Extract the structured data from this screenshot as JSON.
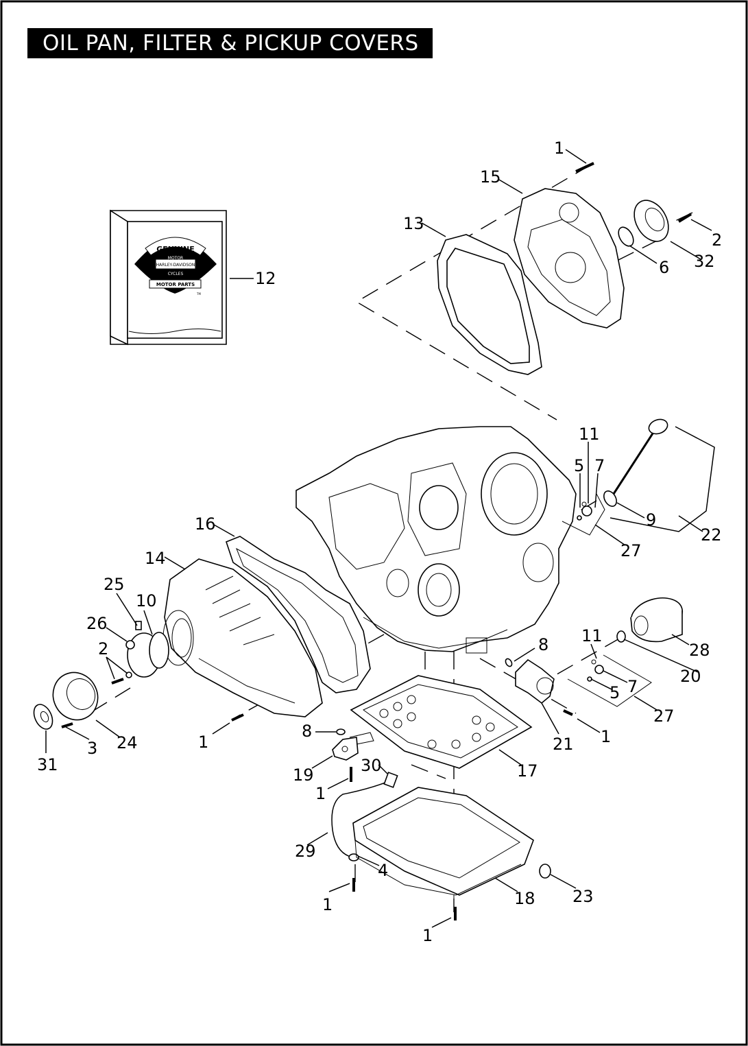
{
  "title": "OIL PAN, FILTER & PICKUP COVERS",
  "logo": {
    "line1": "GENUINE",
    "line2": "MOTOR",
    "line3": "HARLEY-DAVIDSON",
    "line4": "CYCLES",
    "line5": "MOTOR PARTS",
    "mark": "TM"
  },
  "callouts": {
    "c1_top": "1",
    "c15": "15",
    "c13": "13",
    "c2_top": "2",
    "c32": "32",
    "c6": "6",
    "c12": "12",
    "c11_top": "11",
    "c5_top": "5",
    "c7_top": "7",
    "c9": "9",
    "c22": "22",
    "c27_top": "27",
    "c16": "16",
    "c14": "14",
    "c25": "25",
    "c10": "10",
    "c26": "26",
    "c2_left": "2",
    "c24": "24",
    "c3": "3",
    "c31": "31",
    "c1_left": "1",
    "c28": "28",
    "c11_mid": "11",
    "c20": "20",
    "c8_right": "8",
    "c7_mid": "7",
    "c5_mid": "5",
    "c27_mid": "27",
    "c21": "21",
    "c1_right": "1",
    "c8_left": "8",
    "c19": "19",
    "c30": "30",
    "c1_mid": "1",
    "c17": "17",
    "c29": "29",
    "c4": "4",
    "c1_bl": "1",
    "c18": "18",
    "c23": "23",
    "c1_bottom": "1"
  }
}
